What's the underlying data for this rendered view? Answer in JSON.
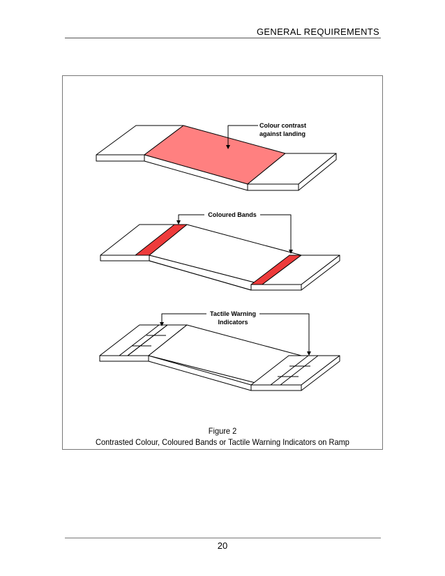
{
  "header": {
    "title": "GENERAL REQUIREMENTS"
  },
  "figure": {
    "number": "Figure 2",
    "caption": "Contrasted Colour, Coloured Bands or Tactile Warning Indicators on Ramp",
    "ramp1": {
      "label_line1": "Colour contrast",
      "label_line2": "against landing"
    },
    "ramp2": {
      "label": "Coloured Bands"
    },
    "ramp3": {
      "label_line1": "Tactile Warning",
      "label_line2": "Indicators"
    },
    "colors": {
      "contrast_fill": "#ff8080",
      "band_fill": "#ee3b3b"
    }
  },
  "footer": {
    "page_number": "20"
  }
}
